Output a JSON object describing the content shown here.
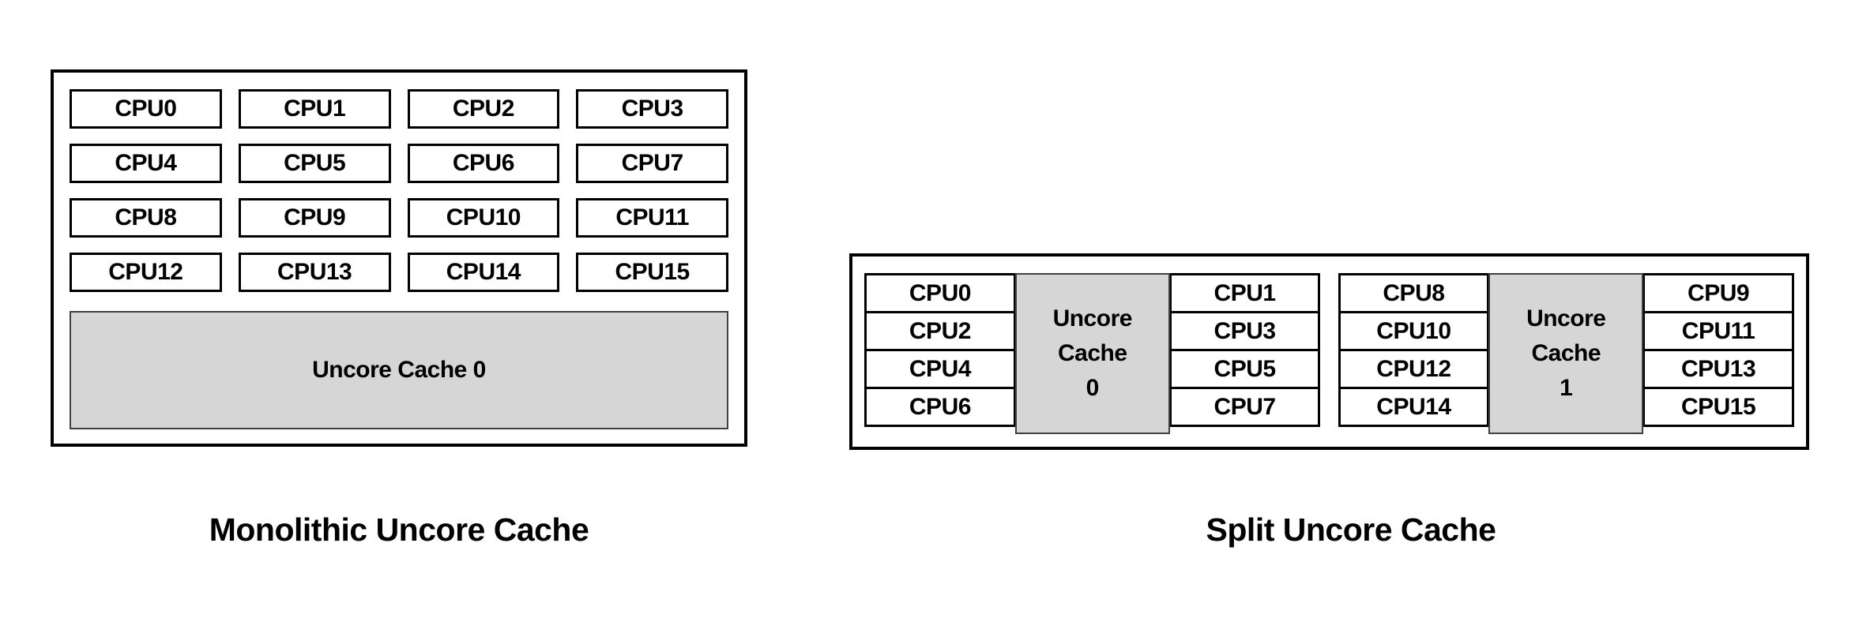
{
  "colors": {
    "background": "#ffffff",
    "box_border": "#000000",
    "uncore_fill": "#d6d6d6",
    "uncore_border": "#404040",
    "text": "#000000"
  },
  "monolithic": {
    "caption": "Monolithic Uncore Cache",
    "uncore_label": "Uncore Cache 0",
    "cpus": [
      "CPU0",
      "CPU1",
      "CPU2",
      "CPU3",
      "CPU4",
      "CPU5",
      "CPU6",
      "CPU7",
      "CPU8",
      "CPU9",
      "CPU10",
      "CPU11",
      "CPU12",
      "CPU13",
      "CPU14",
      "CPU15"
    ]
  },
  "split": {
    "caption": "Split Uncore Cache",
    "groups": [
      {
        "left_cpus": [
          "CPU0",
          "CPU2",
          "CPU4",
          "CPU6"
        ],
        "uncore_lines": [
          "Uncore",
          "Cache",
          "0"
        ],
        "right_cpus": [
          "CPU1",
          "CPU3",
          "CPU5",
          "CPU7"
        ]
      },
      {
        "left_cpus": [
          "CPU8",
          "CPU10",
          "CPU12",
          "CPU14"
        ],
        "uncore_lines": [
          "Uncore",
          "Cache",
          "1"
        ],
        "right_cpus": [
          "CPU9",
          "CPU11",
          "CPU13",
          "CPU15"
        ]
      }
    ]
  }
}
